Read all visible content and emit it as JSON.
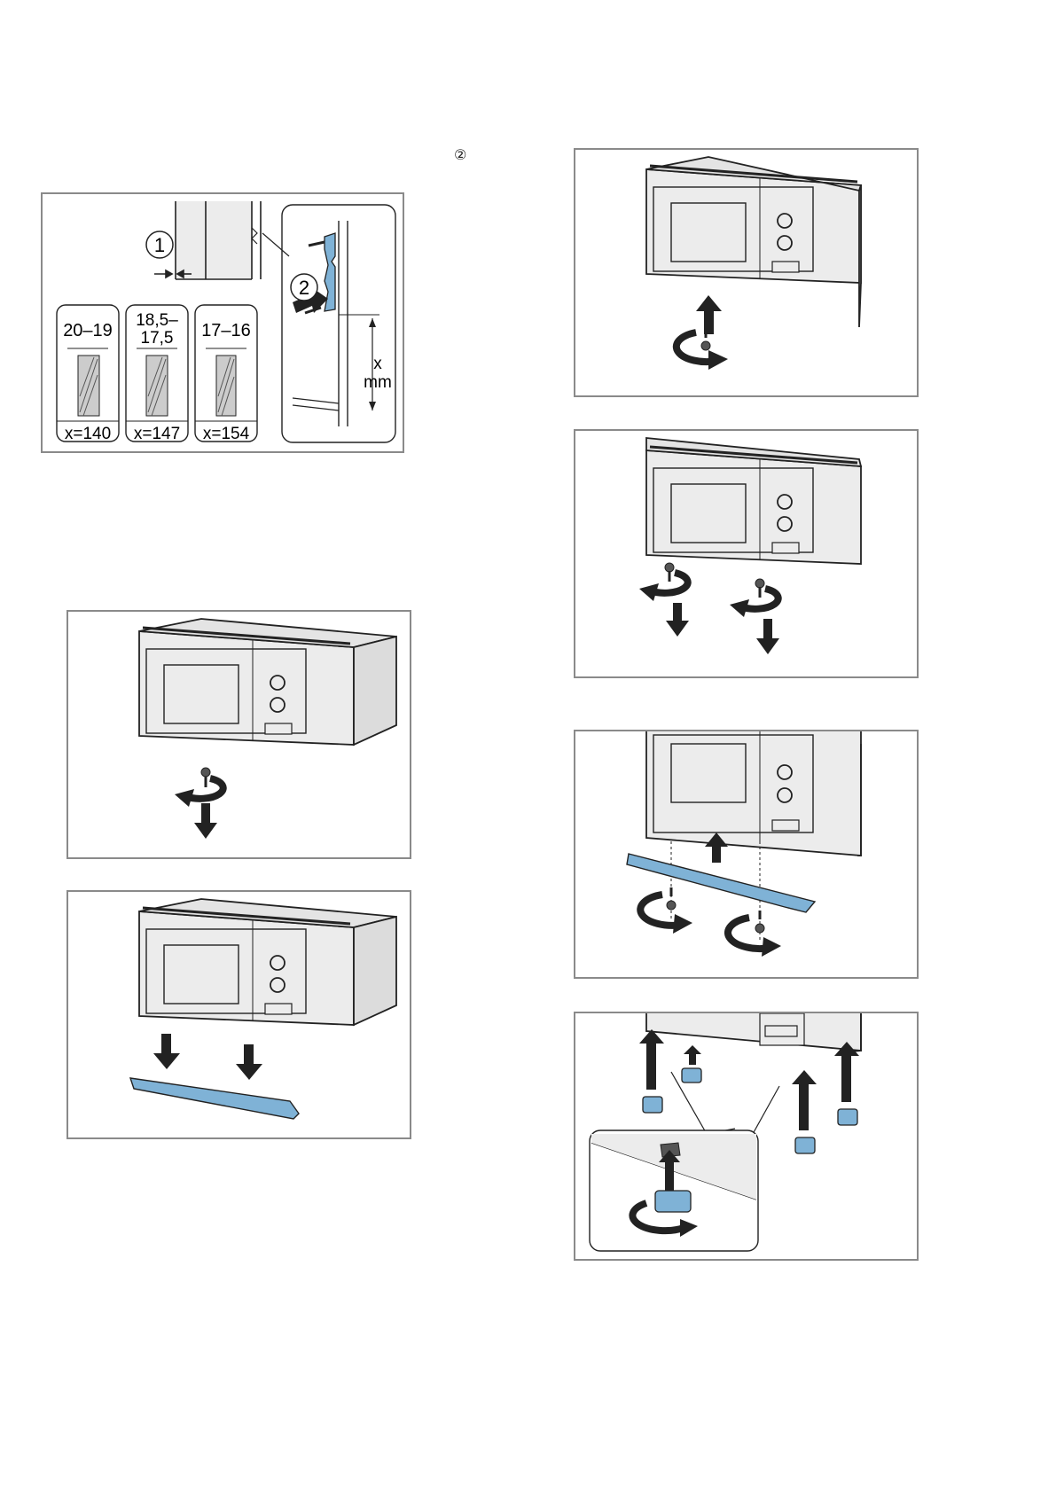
{
  "page": {
    "step_marker": "②"
  },
  "fig1": {
    "callout_1": "1",
    "callout_2": "2",
    "panels": [
      {
        "range_line1": "20–19",
        "range_line2": "",
        "x_value": "x=140"
      },
      {
        "range_line1": "18,5–",
        "range_line2": "17,5",
        "x_value": "x=147"
      },
      {
        "range_line1": "17–16",
        "range_line2": "",
        "x_value": "x=154"
      }
    ],
    "x_label": "x",
    "unit_label": "mm"
  },
  "colors": {
    "accent": "#7fb2d6",
    "outline": "#222222",
    "frame": "#8a8a8a",
    "appliance": "#ececec"
  }
}
